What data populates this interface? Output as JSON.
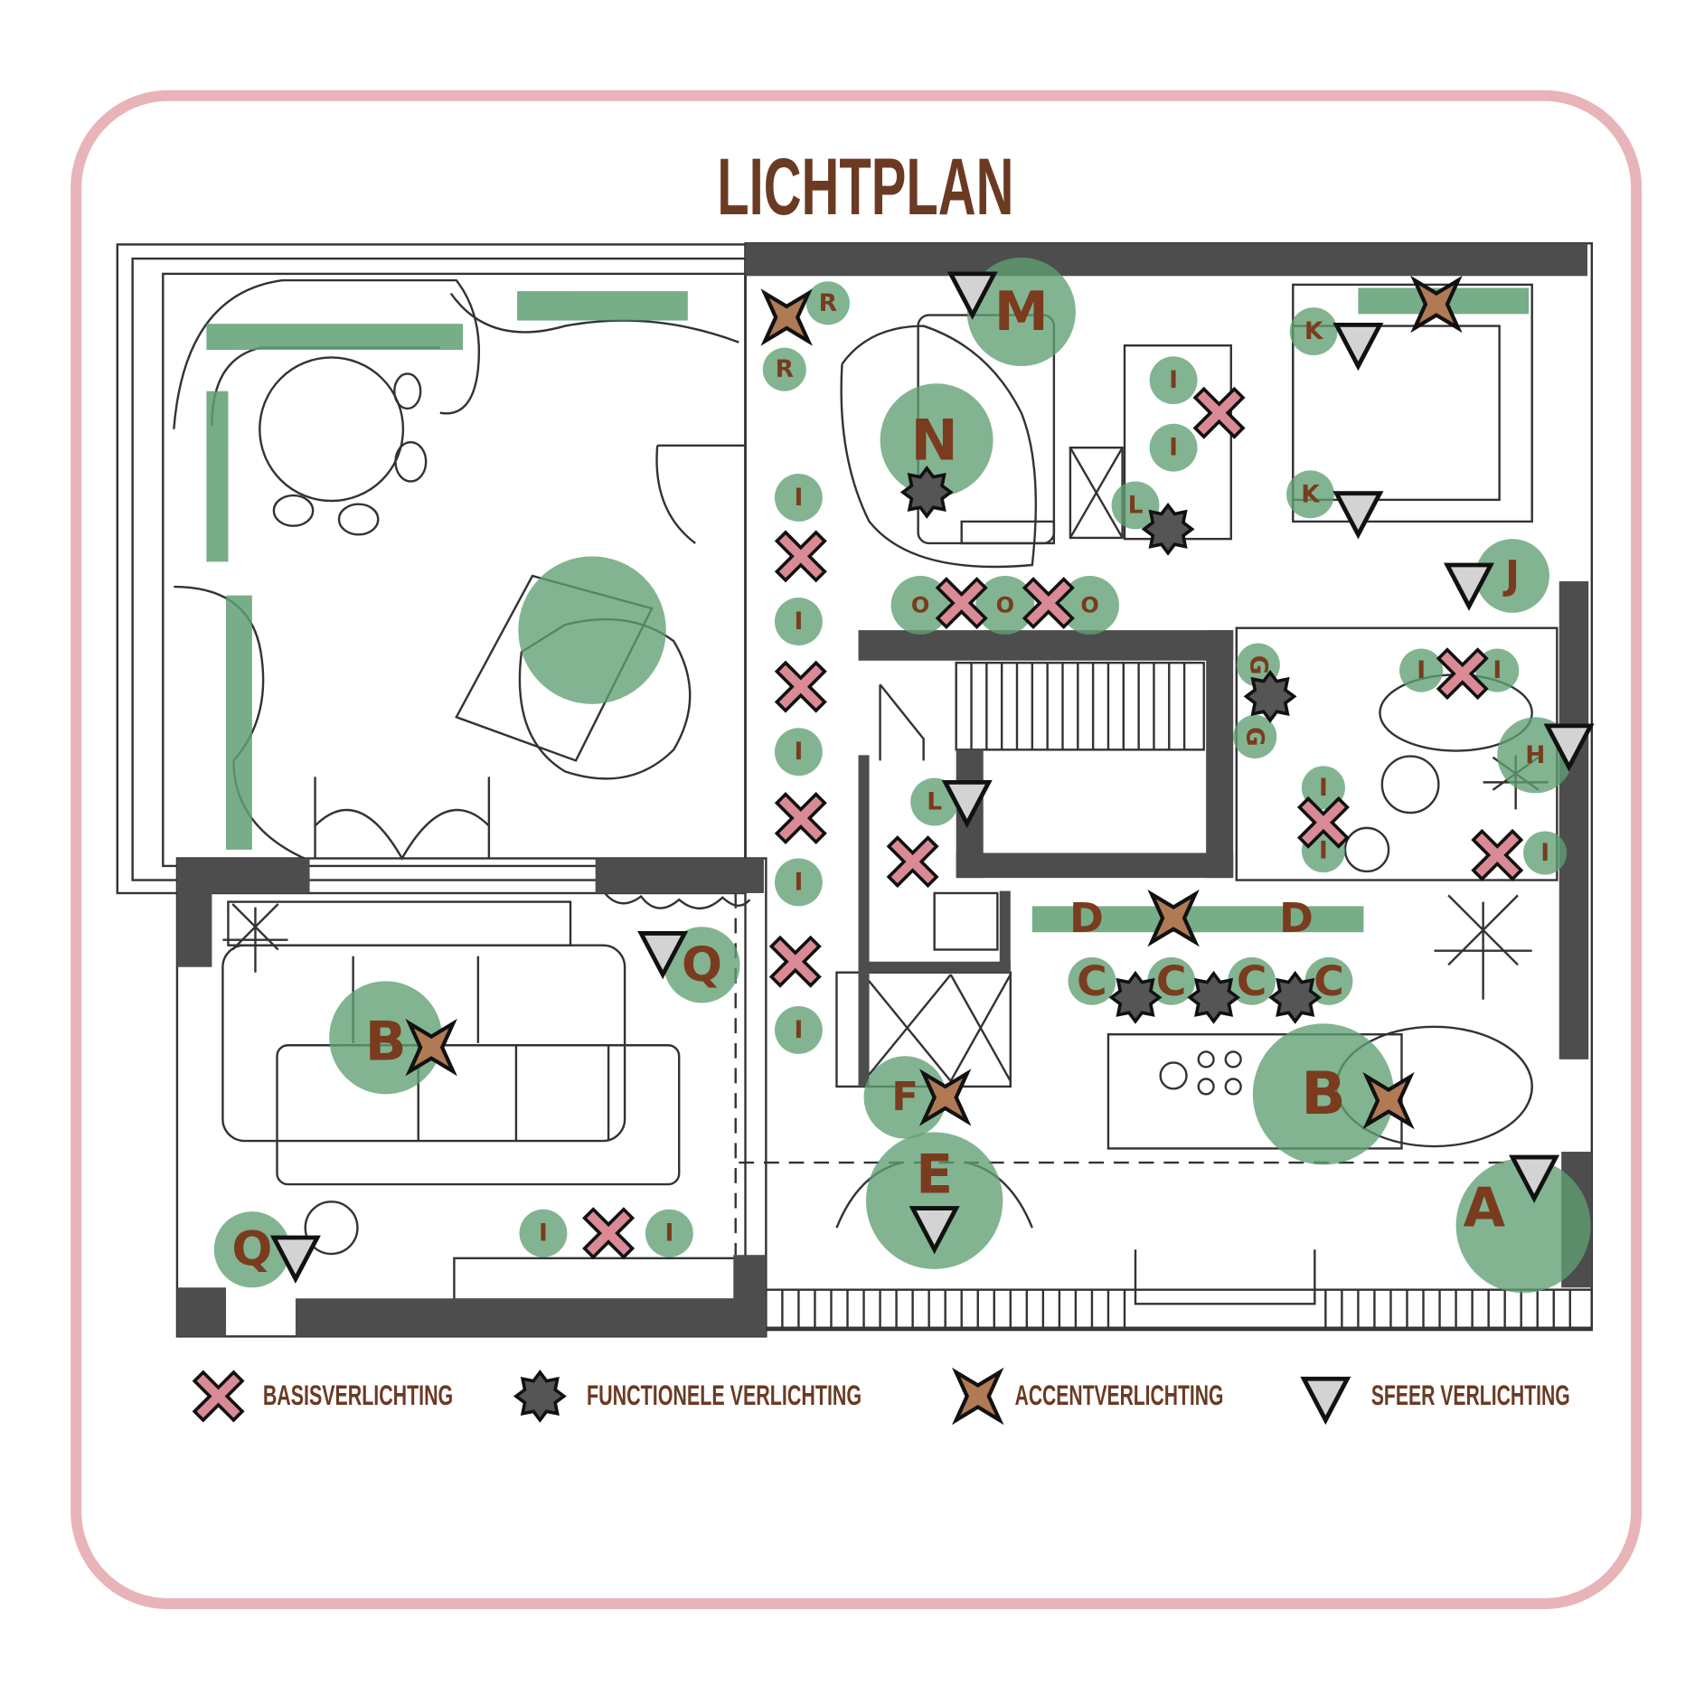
{
  "title": "LICHTPLAN",
  "colors": {
    "frame": "#e8b4b8",
    "zone_green": "#5f9f72",
    "label_brown": "#7a3b1e",
    "basis_pink": "#d98a94",
    "functional_gray": "#555555",
    "accent_brown": "#b07a55",
    "sfeer_gray": "#d3d3d3"
  },
  "zone_labels": [
    "M",
    "N",
    "R",
    "R",
    "I",
    "I",
    "I",
    "I",
    "I",
    "I",
    "I",
    "L",
    "K",
    "K",
    "J",
    "O",
    "O",
    "O",
    "G",
    "G",
    "I",
    "I",
    "H",
    "I",
    "I",
    "I",
    "L",
    "D",
    "D",
    "C",
    "C",
    "C",
    "C",
    "Q",
    "Q",
    "B",
    "B",
    "F",
    "E",
    "A",
    "I",
    "I"
  ],
  "legend": [
    {
      "icon": "basis-x-icon",
      "label": "BASISVERLICHTING"
    },
    {
      "icon": "functional-star-icon",
      "label": "FUNCTIONELE  VERLICHTING"
    },
    {
      "icon": "accent-star-icon",
      "label": "ACCENTVERLICHTING"
    },
    {
      "icon": "sfeer-triangle-icon",
      "label": "SFEER VERLICHTING"
    }
  ]
}
